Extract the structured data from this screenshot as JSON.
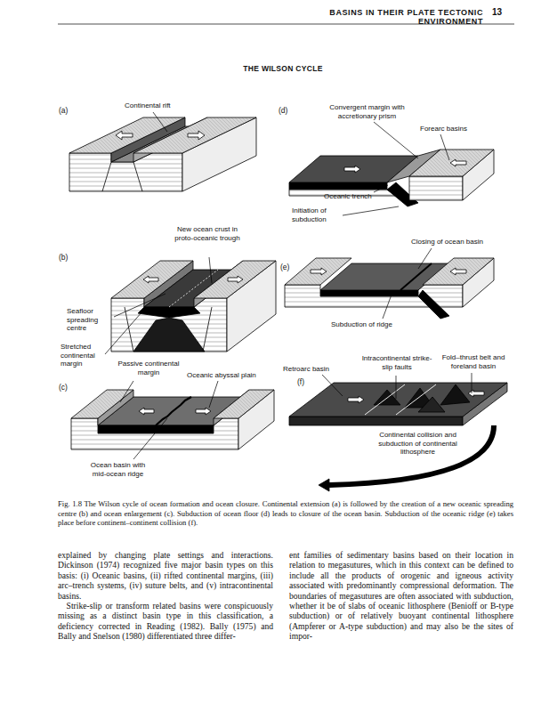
{
  "diagram": {
    "title": "THE WILSON CYCLE",
    "caption": "Fig. 1.8 The Wilson cycle of ocean formation and ocean closure. Continental extension (a) is followed by the creation of a new oceanic spreading centre (b) and ocean enlargement (c). Subduction of ocean floor (d) leads to closure of the ocean basin. Subduction of the oceanic ridge (e) takes place before continent–continent collision (f).",
    "labels": [
      "BASINS IN THEIR PLATE TECTONIC ENVIRONMENT",
      "13",
      "(a)",
      "Continental rift",
      "(b)",
      "New ocean crust in proto-oceanic trough",
      "Seafloor spreading centre",
      "Stretched continental margin",
      "(c)",
      "Passive continental margin",
      "Oceanic abyssal plain",
      "Ocean basin with mid-ocean ridge",
      "(d)",
      "Convergent margin with accretionary prism",
      "Forearc basins",
      "Oceanic trench",
      "Initiation of subduction",
      "(e)",
      "Closing of ocean basin",
      "Subduction of ridge",
      "Retroarc basin",
      "(f)",
      "Intracontinental strike-slip faults",
      "Fold–thrust belt and foreland basin",
      "Continental collision and subduction of continental lithosphere",
      "explained by changing plate settings and interactions. Dickinson (1974) recognized five major basin types on this basis: (i) Oceanic basins, (ii) rifted continental margins, (iii) arc–trench systems, (iv) suture belts, and (v) intracontinental basins.",
      "Strike-slip or transform related basins were conspicuously missing as a distinct basin type in this classification, a deficiency corrected in Reading (1982). Bally (1975) and Bally and Snelson (1980) differentiated three differ-",
      "ent families of sedimentary basins based on their location in relation to megasutures, which in this context can be defined to include all the products of orogenic and igneous activity associated with predominantly compressional deformation. The boundaries of megasutures are often associated with subduction, whether it be of slabs of oceanic lithosphere (Benioff or B-type subduction) or of relatively buoyant continental lithosphere (Ampferer or A-type subduction) and may also be the sites of impor-"
    ]
  }
}
